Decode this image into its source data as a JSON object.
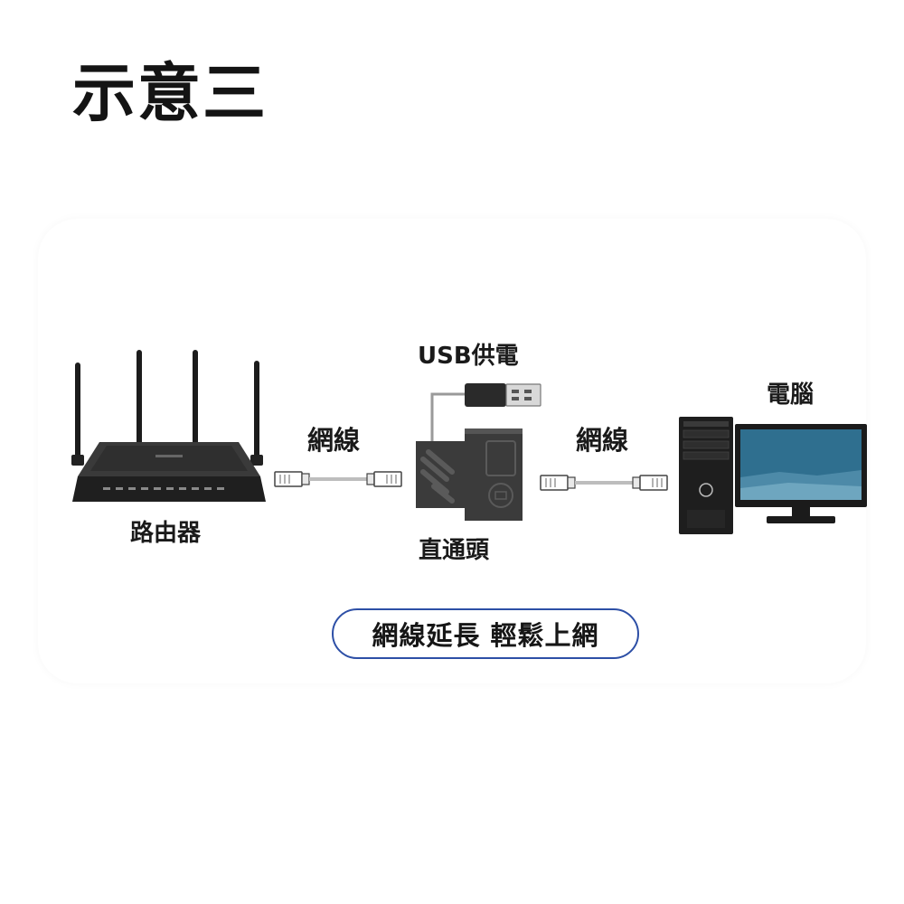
{
  "title": "示意三",
  "labels": {
    "router": "路由器",
    "cable_left": "網線",
    "cable_right": "網線",
    "usb_power": "USB供電",
    "coupler": "直通頭",
    "computer": "電腦"
  },
  "slogan": "網線延長 輕鬆上網",
  "colors": {
    "pill_border": "#2d4fa6",
    "device_body": "#2a2a2a",
    "coupler_body": "#3b3b3b",
    "monitor_screen": "#2f6f8f"
  },
  "icons": [
    "router-icon",
    "ethernet-cable-icon",
    "usb-plug-icon",
    "rj45-coupler-icon",
    "desktop-tower-icon",
    "monitor-icon"
  ]
}
